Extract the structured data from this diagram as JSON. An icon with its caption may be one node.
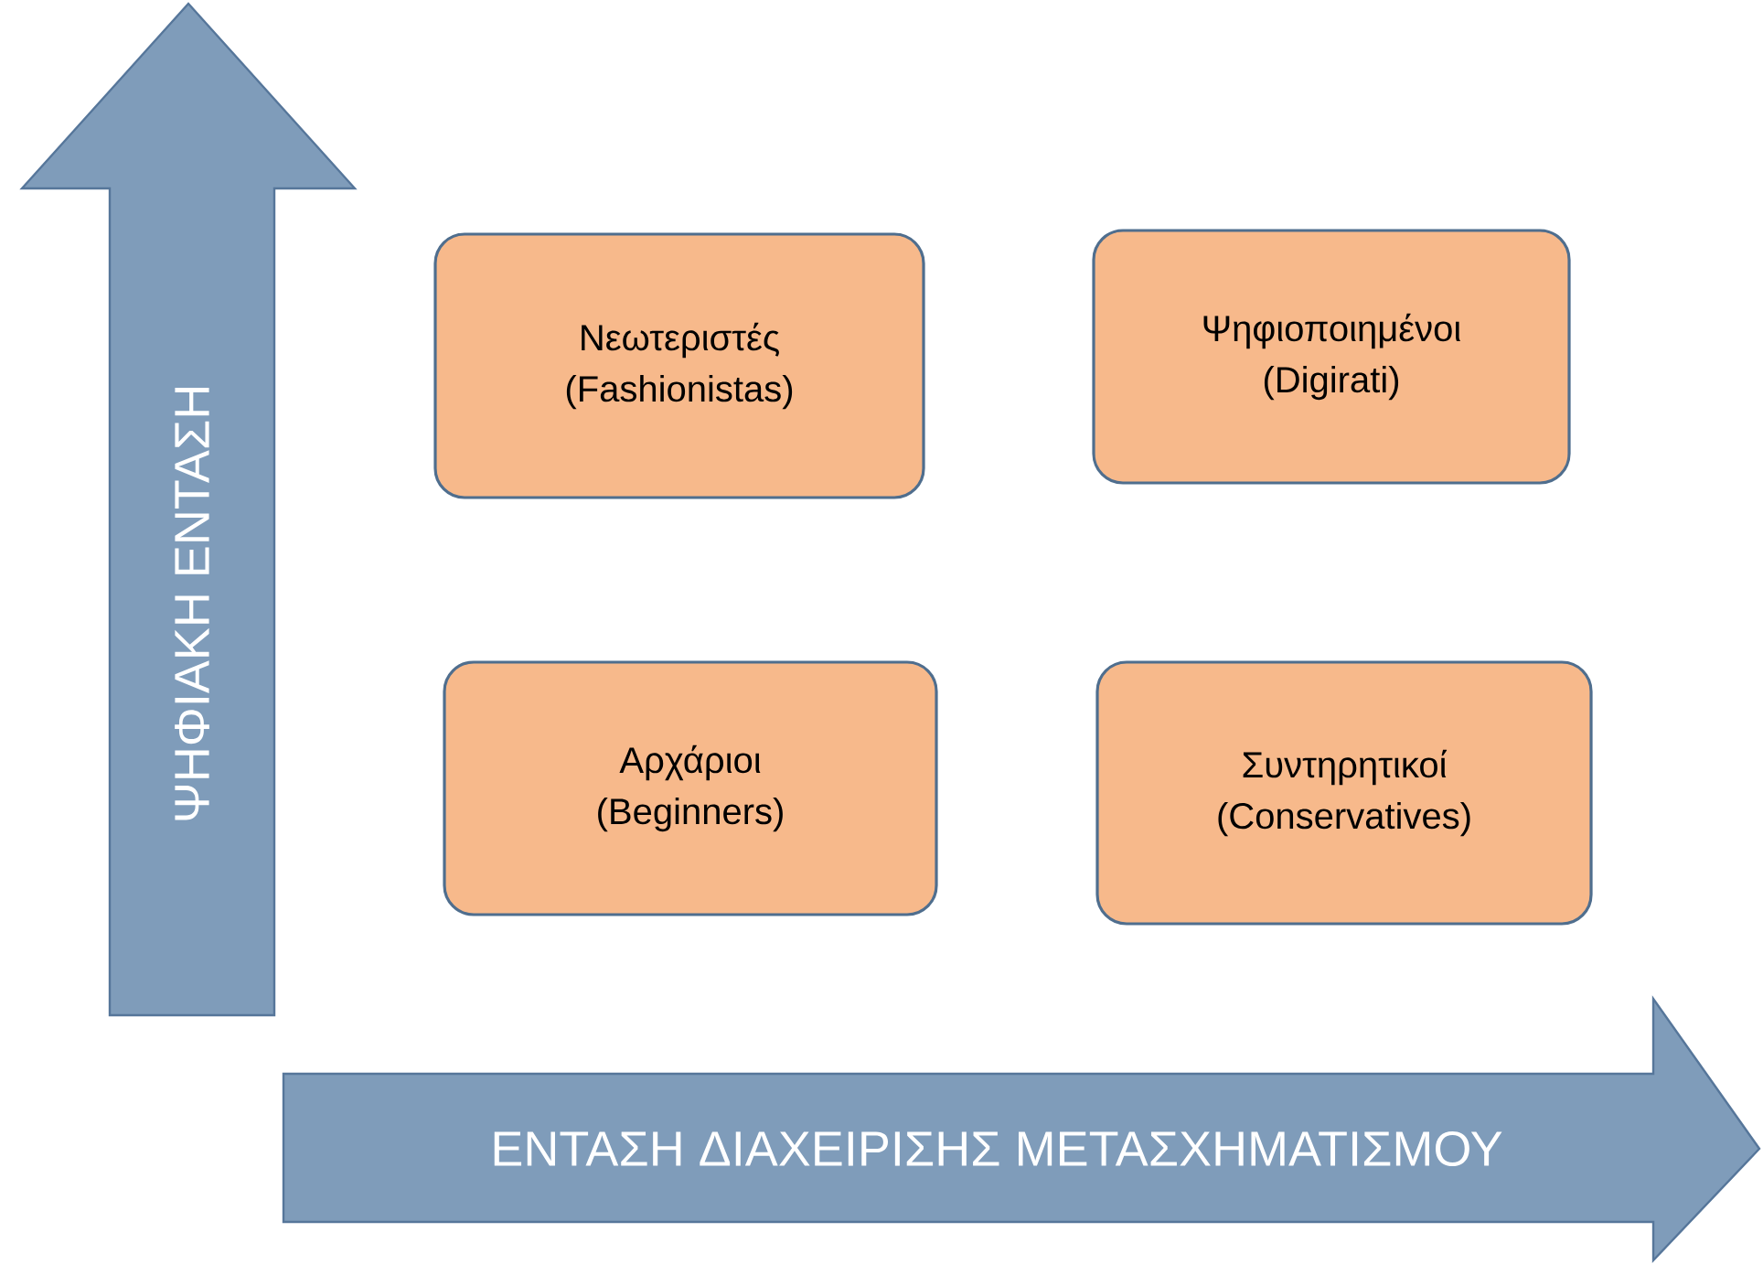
{
  "diagram": {
    "nodes": [
      {
        "text": [
          "ΨΗΦΙΑΚΗ ΕΝΤΑΣΗ"
        ]
      },
      {
        "text": [
          "Νεωτεριστές",
          "(Fashionistas)"
        ]
      },
      {
        "text": [
          "Ψηφιοποιημένοι",
          "(Digirati)"
        ]
      },
      {
        "text": [
          "Αρχάριοι",
          "(Beginners)"
        ]
      },
      {
        "text": [
          "Συντηρητικοί",
          "(Conservatives)"
        ]
      },
      {
        "text": [
          "ΕΝΤΑΣΗ ΔΙΑΧΕΙΡΙΣΗΣ ΜΕΤΑΣΧΗΜΑΤΙΣΜΟΥ"
        ]
      }
    ]
  }
}
